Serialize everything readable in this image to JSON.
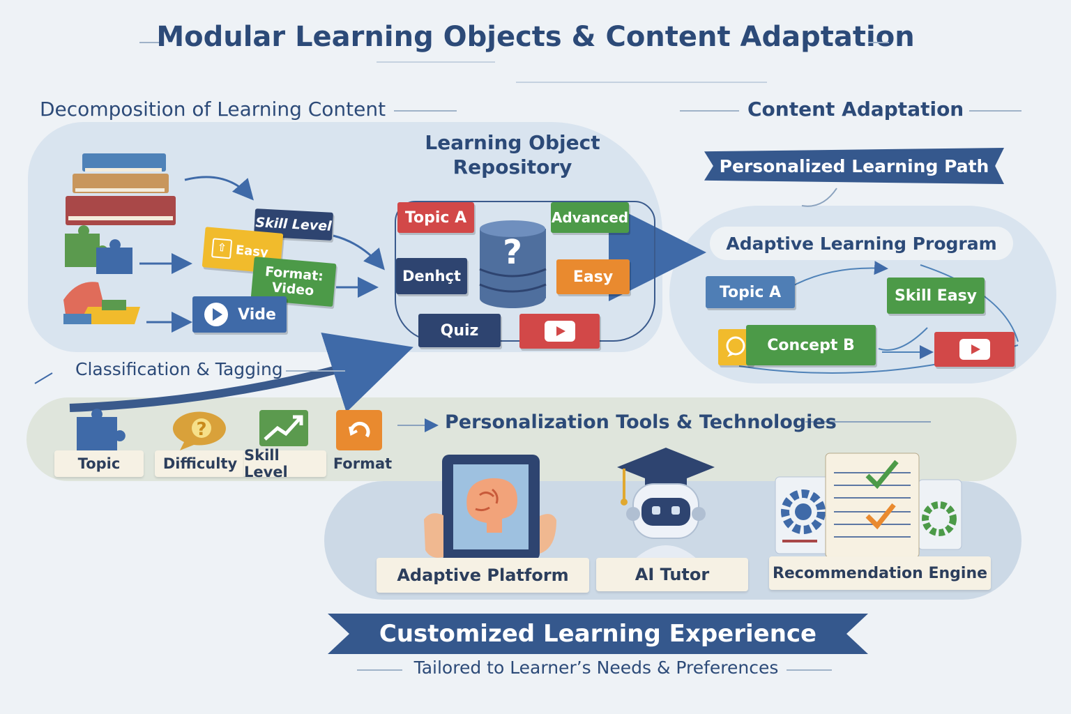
{
  "header": {
    "title": "Modular Learning Objects & Content Adaptation"
  },
  "decomposition": {
    "title": "Decomposition of Learning Content",
    "tags": {
      "skill_level": "Skill Level",
      "easy": "Easy",
      "format_video": "Format:\nVideo",
      "video": "Vide"
    }
  },
  "repository": {
    "title": "Learning Object\nRepository",
    "tags": {
      "topic_a": "Topic A",
      "advanced": "Advanced",
      "denhct": "Denhçt",
      "easy": "Easy",
      "quiz": "Quiz"
    }
  },
  "classification": {
    "title": "Classification & Tagging",
    "items": [
      {
        "label": "Topic",
        "icon": "puzzle-icon"
      },
      {
        "label": "Difficulty",
        "icon": "question-bubble-icon"
      },
      {
        "label": "Skill Level",
        "icon": "trend-chart-icon"
      },
      {
        "label": "Format",
        "icon": "refresh-icon"
      }
    ]
  },
  "adaptation": {
    "title": "Content Adaptation",
    "path_banner": "Personalized Learning Path",
    "program": "Adaptive Learning Program",
    "tags": {
      "topic_a": "Topic A",
      "skill_easy": "Skill Easy",
      "concept_b": "Concept B"
    }
  },
  "tools": {
    "title": "Personalization Tools & Technologies",
    "items": [
      {
        "label": "Adaptive Platform",
        "icon": "tablet-brain-icon"
      },
      {
        "label": "AI Tutor",
        "icon": "robot-graduate-icon"
      },
      {
        "label": "Recommendation Engine",
        "icon": "checklist-gears-icon"
      }
    ]
  },
  "footer": {
    "banner": "Customized Learning Experience",
    "subtitle": "Tailored to Learner’s Needs & Preferences"
  },
  "colors": {
    "primary": "#2c4a78",
    "blue": "#3f6aa8",
    "green": "#4c9a48",
    "yellow": "#f1bb2c",
    "orange": "#e98a2f",
    "red": "#d24848",
    "navy": "#2e4470",
    "background": "#eef2f6"
  }
}
